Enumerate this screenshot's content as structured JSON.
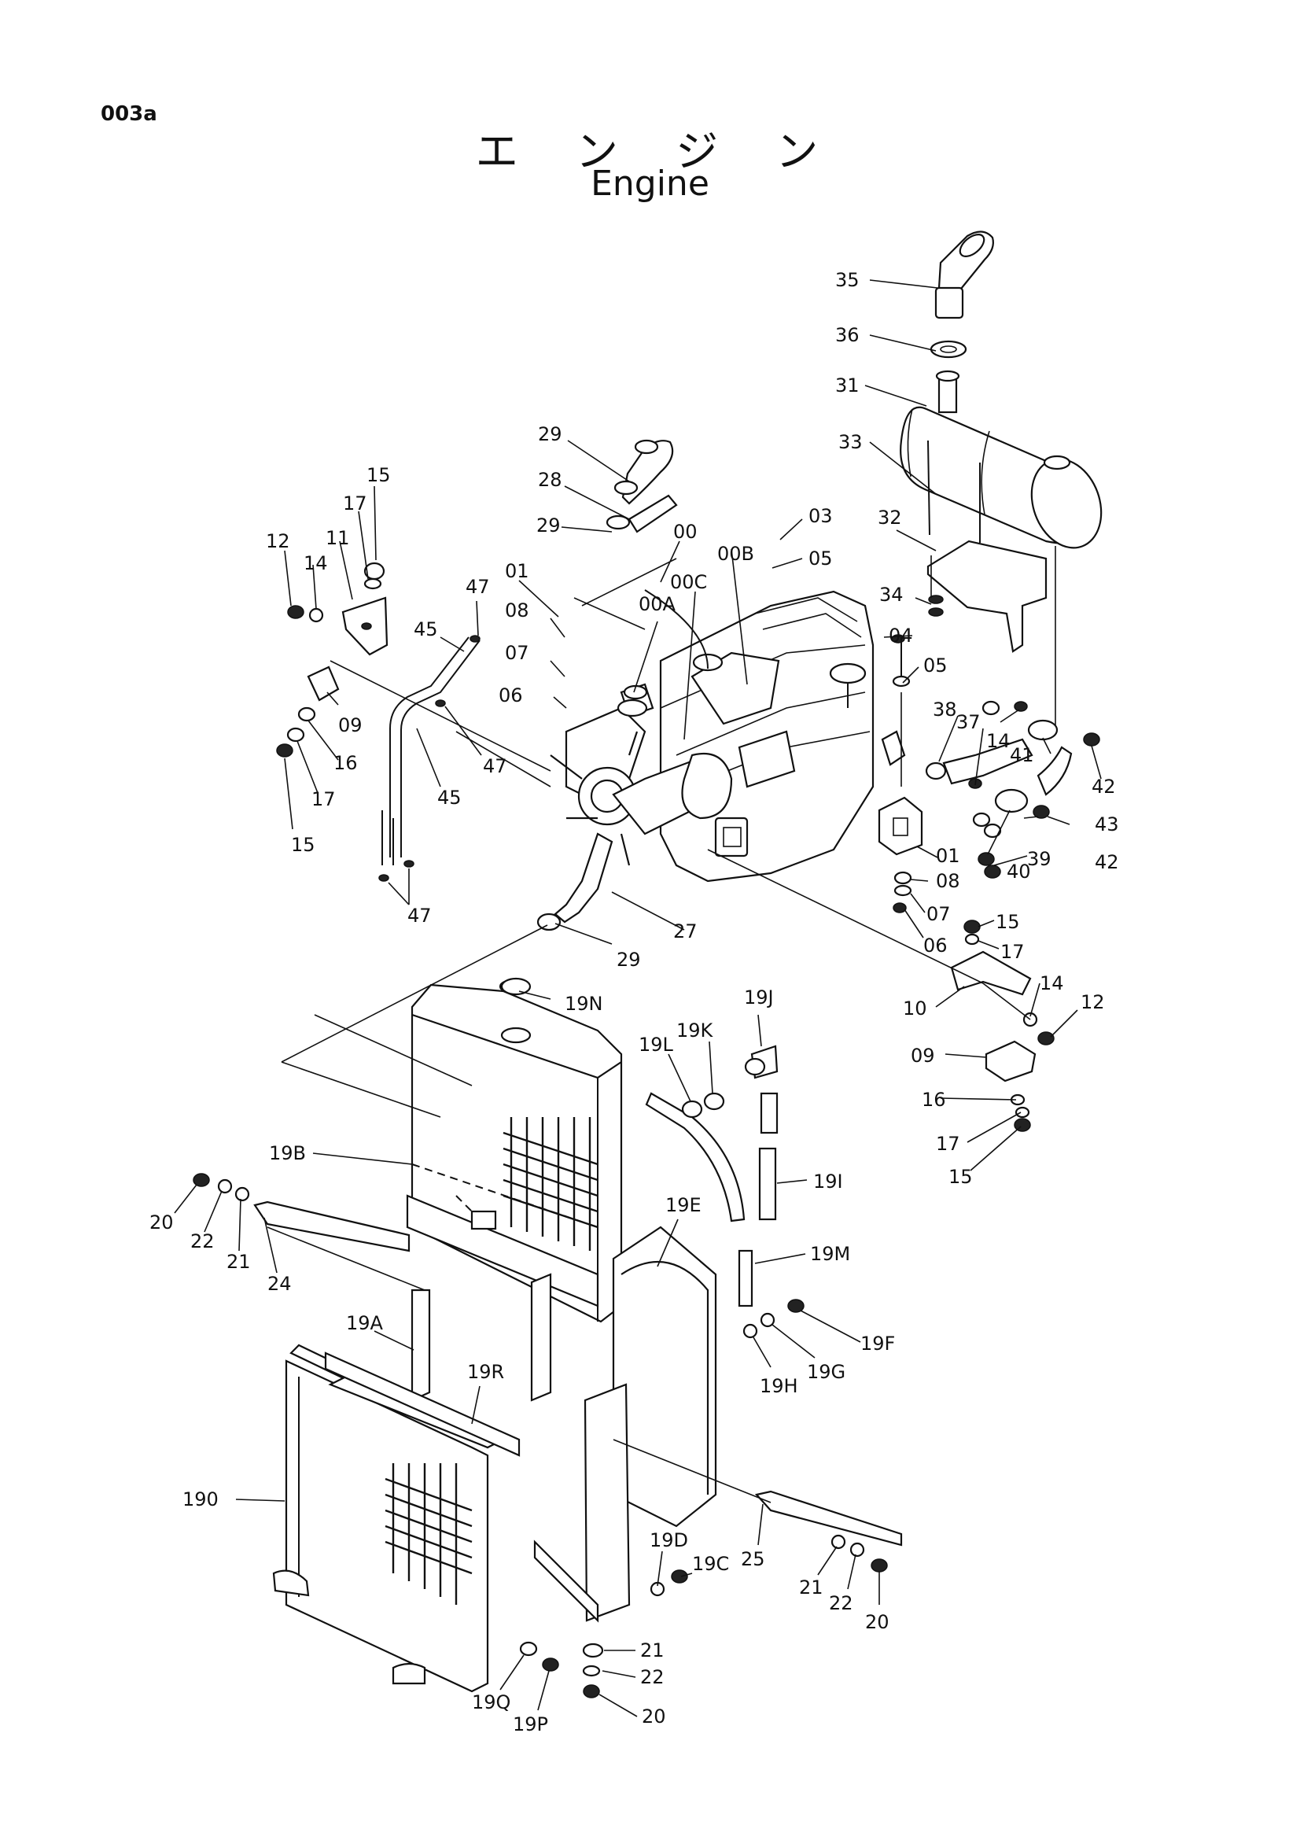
{
  "page_code": "003a",
  "title_jp": "エ ン ジ ン",
  "title_en": "Engine",
  "callouts": [
    {
      "key": "35",
      "text": "35"
    },
    {
      "key": "36",
      "text": "36"
    },
    {
      "key": "31",
      "text": "31"
    },
    {
      "key": "33",
      "text": "33"
    },
    {
      "key": "32",
      "text": "32"
    },
    {
      "key": "34",
      "text": "34"
    },
    {
      "key": "03",
      "text": "03"
    },
    {
      "key": "05a",
      "text": "05"
    },
    {
      "key": "04",
      "text": "04"
    },
    {
      "key": "05b",
      "text": "05"
    },
    {
      "key": "00",
      "text": "00"
    },
    {
      "key": "00B",
      "text": "00B"
    },
    {
      "key": "00C",
      "text": "00C"
    },
    {
      "key": "00A",
      "text": "00A"
    },
    {
      "key": "29a",
      "text": "29"
    },
    {
      "key": "28",
      "text": "28"
    },
    {
      "key": "29b",
      "text": "29"
    },
    {
      "key": "01a",
      "text": "01"
    },
    {
      "key": "08a",
      "text": "08"
    },
    {
      "key": "07a",
      "text": "07"
    },
    {
      "key": "06a",
      "text": "06"
    },
    {
      "key": "15a",
      "text": "15"
    },
    {
      "key": "17a",
      "text": "17"
    },
    {
      "key": "11",
      "text": "11"
    },
    {
      "key": "12a",
      "text": "12"
    },
    {
      "key": "14a",
      "text": "14"
    },
    {
      "key": "09a",
      "text": "09"
    },
    {
      "key": "16a",
      "text": "16"
    },
    {
      "key": "17b",
      "text": "17"
    },
    {
      "key": "15b",
      "text": "15"
    },
    {
      "key": "47a",
      "text": "47"
    },
    {
      "key": "45a",
      "text": "45"
    },
    {
      "key": "47b",
      "text": "47"
    },
    {
      "key": "45b",
      "text": "45"
    },
    {
      "key": "47c",
      "text": "47"
    },
    {
      "key": "37",
      "text": "37"
    },
    {
      "key": "14b",
      "text": "14"
    },
    {
      "key": "41",
      "text": "41"
    },
    {
      "key": "42a",
      "text": "42"
    },
    {
      "key": "38",
      "text": "38"
    },
    {
      "key": "43",
      "text": "43"
    },
    {
      "key": "42b",
      "text": "42"
    },
    {
      "key": "40",
      "text": "40"
    },
    {
      "key": "39",
      "text": "39"
    },
    {
      "key": "01b",
      "text": "01"
    },
    {
      "key": "08b",
      "text": "08"
    },
    {
      "key": "07b",
      "text": "07"
    },
    {
      "key": "06b",
      "text": "06"
    },
    {
      "key": "27",
      "text": "27"
    },
    {
      "key": "29c",
      "text": "29"
    },
    {
      "key": "15c",
      "text": "15"
    },
    {
      "key": "17c",
      "text": "17"
    },
    {
      "key": "14c",
      "text": "14"
    },
    {
      "key": "12b",
      "text": "12"
    },
    {
      "key": "10",
      "text": "10"
    },
    {
      "key": "09b",
      "text": "09"
    },
    {
      "key": "16b",
      "text": "16"
    },
    {
      "key": "17d",
      "text": "17"
    },
    {
      "key": "15d",
      "text": "15"
    },
    {
      "key": "19N",
      "text": "19N"
    },
    {
      "key": "19J",
      "text": "19J"
    },
    {
      "key": "19K",
      "text": "19K"
    },
    {
      "key": "19L",
      "text": "19L"
    },
    {
      "key": "19B",
      "text": "19B"
    },
    {
      "key": "19I",
      "text": "19I"
    },
    {
      "key": "19E",
      "text": "19E"
    },
    {
      "key": "19M",
      "text": "19M"
    },
    {
      "key": "20a",
      "text": "20"
    },
    {
      "key": "22a",
      "text": "22"
    },
    {
      "key": "21a",
      "text": "21"
    },
    {
      "key": "24",
      "text": "24"
    },
    {
      "key": "19A",
      "text": "19A"
    },
    {
      "key": "19R",
      "text": "19R"
    },
    {
      "key": "19F",
      "text": "19F"
    },
    {
      "key": "19G",
      "text": "19G"
    },
    {
      "key": "19H",
      "text": "19H"
    },
    {
      "key": "190",
      "text": "190"
    },
    {
      "key": "19D",
      "text": "19D"
    },
    {
      "key": "19C",
      "text": "19C"
    },
    {
      "key": "25",
      "text": "25"
    },
    {
      "key": "21b",
      "text": "21"
    },
    {
      "key": "22b",
      "text": "22"
    },
    {
      "key": "20b",
      "text": "20"
    },
    {
      "key": "21c",
      "text": "21"
    },
    {
      "key": "22c",
      "text": "22"
    },
    {
      "key": "20c",
      "text": "20"
    },
    {
      "key": "19Q",
      "text": "19Q"
    },
    {
      "key": "19P",
      "text": "19P"
    }
  ]
}
